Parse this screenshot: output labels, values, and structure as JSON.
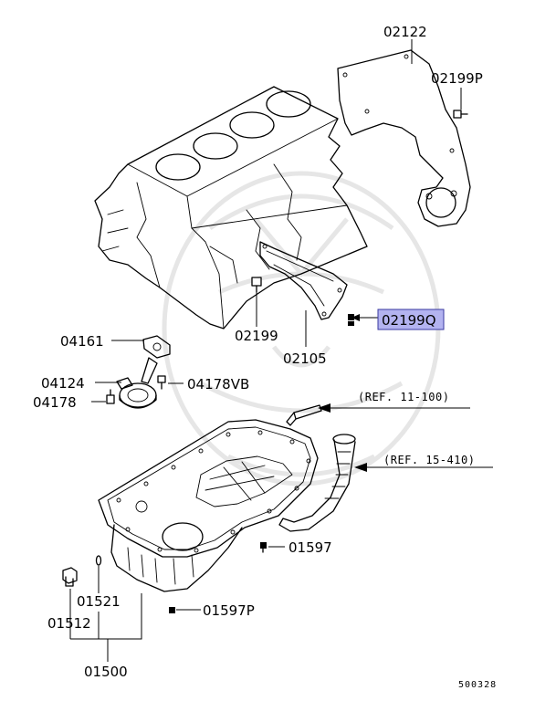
{
  "diagram": {
    "labels": {
      "p02122": "02122",
      "p02199P": "02199P",
      "p02199": "02199",
      "p02105": "02105",
      "p02199Q": "02199Q",
      "p04161": "04161",
      "p04124": "04124",
      "p04178VB": "04178VB",
      "p04178": "04178",
      "p01597": "01597",
      "p01597P": "01597P",
      "p01521": "01521",
      "p01512": "01512",
      "p01500": "01500"
    },
    "refs": {
      "ref_11_100": "(REF. 11-100)",
      "ref_15_410": "(REF. 15-410)"
    },
    "diagram_code": "500328",
    "highlighted_part": "02199Q",
    "highlight_color": "#b3b3f0"
  }
}
